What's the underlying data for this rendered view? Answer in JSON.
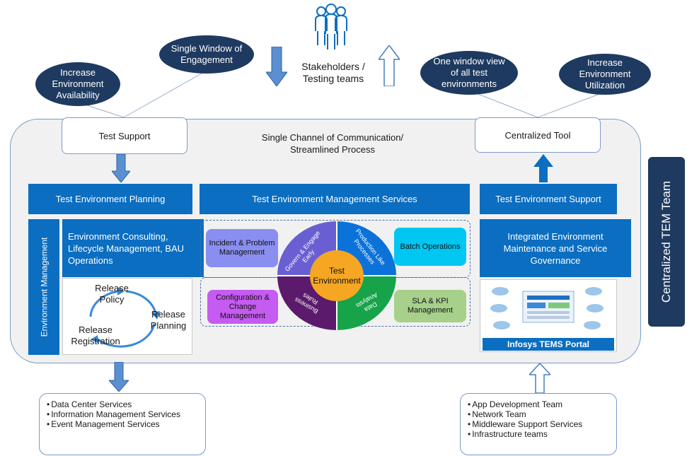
{
  "stakeholders": {
    "line1": "Stakeholders /",
    "line2": "Testing teams"
  },
  "ovals": {
    "increase_availability": "Increase Environment Availability",
    "single_window": "Single Window of Engagement",
    "one_window_view": "One window view of all test environments",
    "increase_utilization": "Increase Environment Utilization"
  },
  "boxes": {
    "test_support": "Test Support",
    "centralized_tool": "Centralized Tool",
    "channel_line1": "Single Channel of Communication/",
    "channel_line2": "Streamlined Process"
  },
  "headers": {
    "planning": "Test Environment Planning",
    "services": "Test Environment Management Services",
    "support": "Test Environment Support"
  },
  "left": {
    "vertical_label": "Environment Management",
    "consulting": "Environment Consulting, Lifecycle Management, BAU Operations",
    "cycle": {
      "policy": "Release Policy",
      "planning": "Release Planning",
      "registration": "Release Registration"
    }
  },
  "center": {
    "incident": "Incident & Problem Management",
    "config": "Configuration & Change Management",
    "batch": "Batch Operations",
    "sla": "SLA & KPI Management",
    "donut": {
      "core": "Test Environment",
      "govern": "Govern & Engage Early",
      "production": "Production Like Processes",
      "business": "Business Rules",
      "data": "Data Analysis"
    }
  },
  "right": {
    "governance": "Integrated Environment Maintenance and Service Governance",
    "portal": "Infosys TEMS Portal"
  },
  "side_label": "Centralized TEM Team",
  "bottom_left": [
    "Data Center Services",
    "Information Management Services",
    "Event Management Services"
  ],
  "bottom_right": [
    "App Development Team",
    "Network Team",
    "Middleware Support Services",
    "Infrastructure teams"
  ],
  "colors": {
    "dark_navy": "#1f3a60",
    "blue": "#0b6ec1",
    "purple": "#5b1a6b",
    "green": "#16a34a",
    "orange": "#f5a623",
    "cyan": "#00c0f0"
  }
}
